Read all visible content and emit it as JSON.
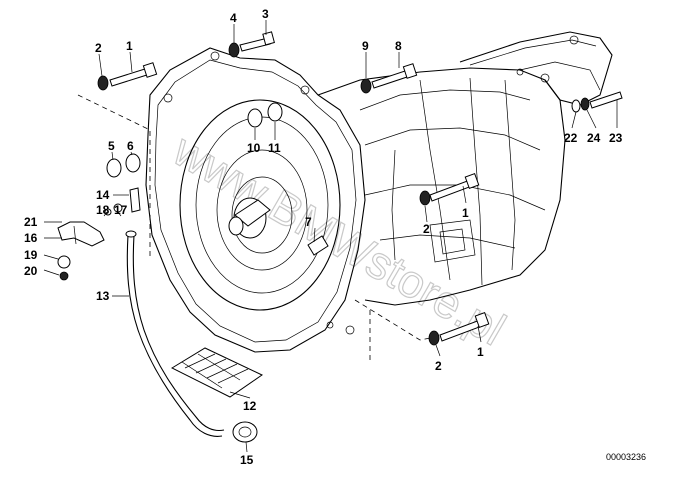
{
  "diagram": {
    "watermark": "www.BMWstore.pl",
    "document_number": "00003236"
  },
  "callouts": [
    {
      "id": "c-1a",
      "label": "1"
    },
    {
      "id": "c-2a",
      "label": "2"
    },
    {
      "id": "c-3",
      "label": "3"
    },
    {
      "id": "c-4",
      "label": "4"
    },
    {
      "id": "c-5",
      "label": "5"
    },
    {
      "id": "c-6",
      "label": "6"
    },
    {
      "id": "c-7",
      "label": "7"
    },
    {
      "id": "c-8",
      "label": "8"
    },
    {
      "id": "c-9",
      "label": "9"
    },
    {
      "id": "c-10",
      "label": "10"
    },
    {
      "id": "c-11",
      "label": "11"
    },
    {
      "id": "c-12",
      "label": "12"
    },
    {
      "id": "c-13",
      "label": "13"
    },
    {
      "id": "c-14",
      "label": "14"
    },
    {
      "id": "c-15",
      "label": "15"
    },
    {
      "id": "c-16",
      "label": "16"
    },
    {
      "id": "c-17",
      "label": "17"
    },
    {
      "id": "c-18",
      "label": "18"
    },
    {
      "id": "c-19",
      "label": "19"
    },
    {
      "id": "c-20",
      "label": "20"
    },
    {
      "id": "c-21",
      "label": "21"
    },
    {
      "id": "c-22",
      "label": "22"
    },
    {
      "id": "c-23",
      "label": "23"
    },
    {
      "id": "c-24",
      "label": "24"
    },
    {
      "id": "c-1b",
      "label": "1"
    },
    {
      "id": "c-2b",
      "label": "2"
    },
    {
      "id": "c-1c",
      "label": "1"
    },
    {
      "id": "c-2c",
      "label": "2"
    }
  ]
}
